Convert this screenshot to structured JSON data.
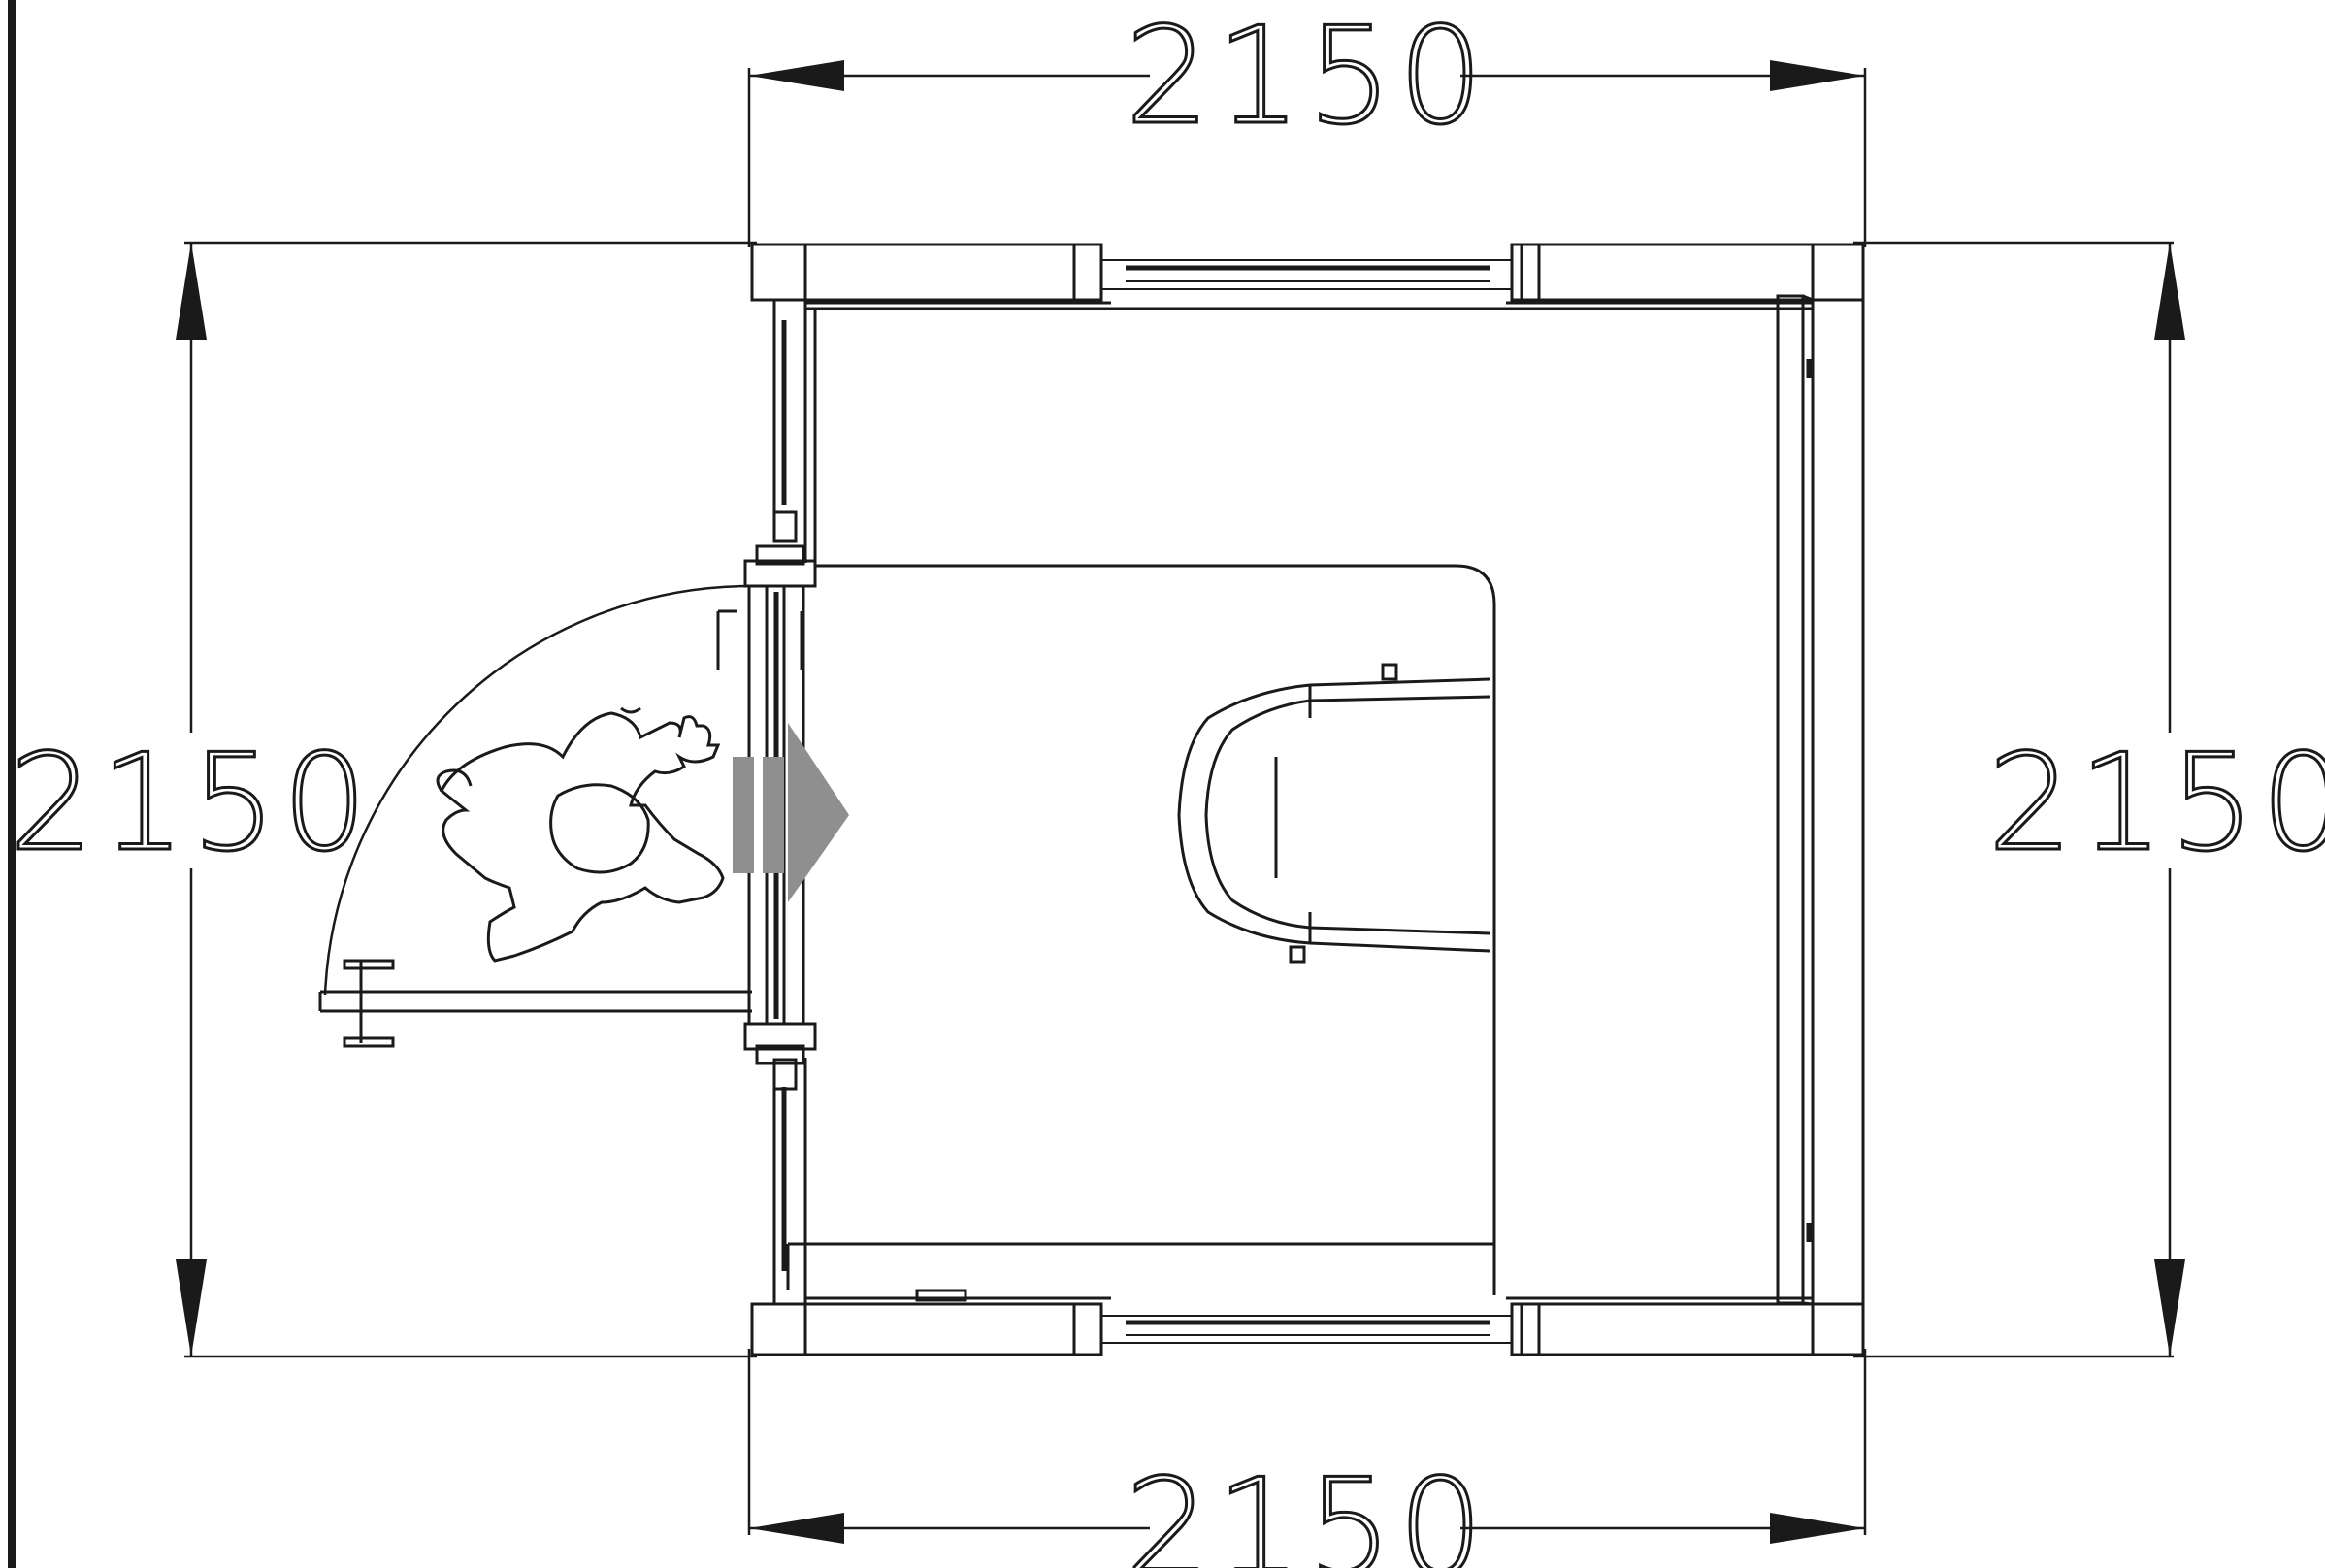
{
  "dimensions": {
    "top": "2150",
    "bottom": "2150",
    "left": "2150",
    "right": "2150"
  },
  "colors": {
    "line": "#1a1a1a",
    "direction_arrow": "#8f8f8f",
    "background": "#ffffff"
  },
  "icons": {
    "operator": "person-top-view-icon",
    "chair": "chair-icon",
    "entry_arrow": "arrow-right-icon"
  }
}
